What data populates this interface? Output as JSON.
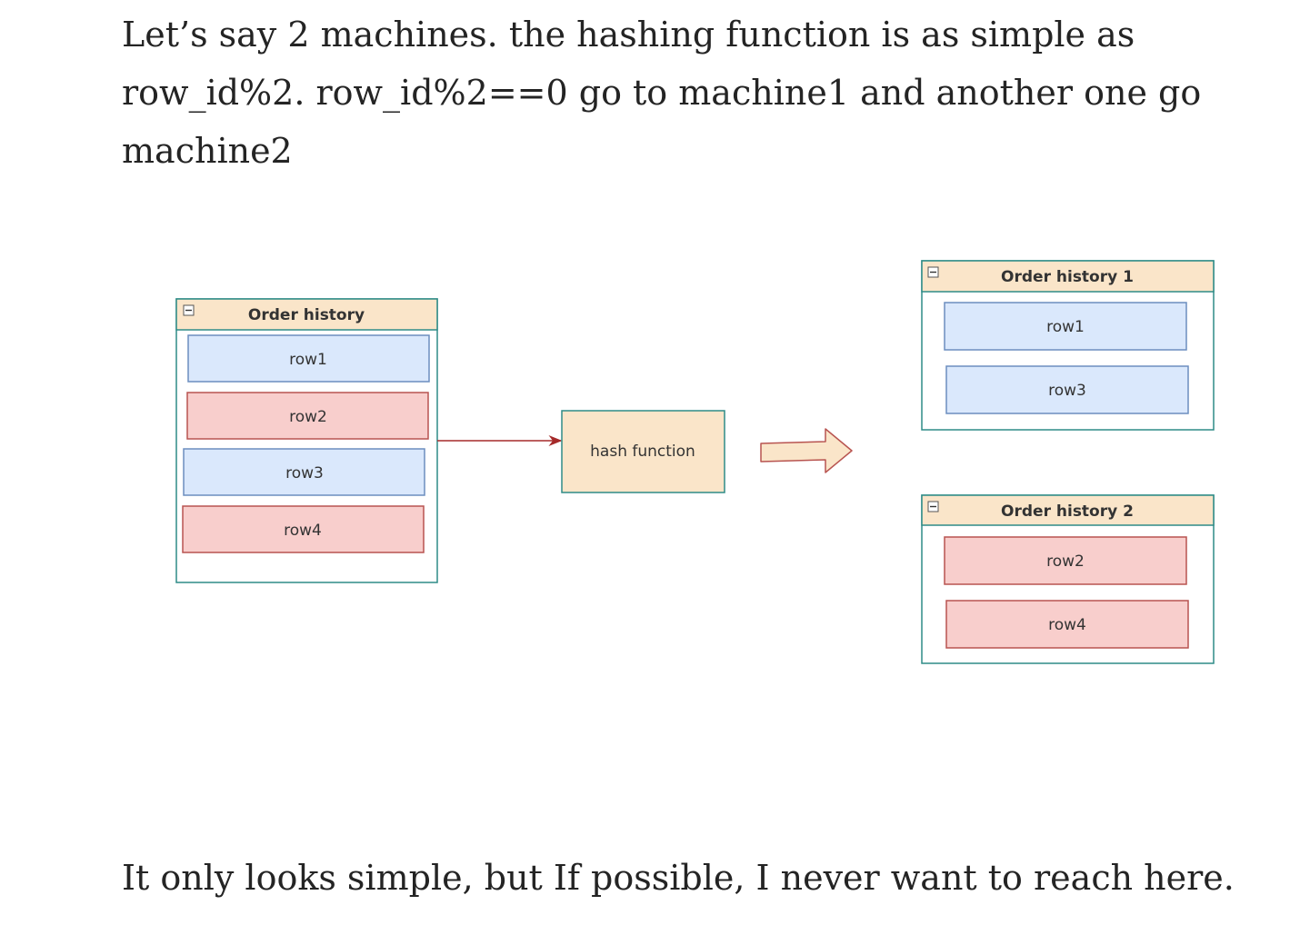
{
  "article": {
    "paragraph_1": "Let’s say 2 machines. the hashing function is as simple as row_id%2. row_id%2==0 go to machine1 and another one go machine2",
    "paragraph_2": "It only looks simple, but If possible, I never want to reach here."
  },
  "diagram": {
    "source_table": {
      "title": "Order history",
      "rows": [
        "row1",
        "row2",
        "row3",
        "row4"
      ]
    },
    "hash_box": {
      "label": "hash function"
    },
    "machine_1_table": {
      "title": "Order history 1",
      "rows": [
        "row1",
        "row3"
      ]
    },
    "machine_2_table": {
      "title": "Order history 2",
      "rows": [
        "row2",
        "row4"
      ]
    },
    "colors": {
      "header_fill": "#fae5c9",
      "table_border": "#2e8b87",
      "blue_fill": "#dae8fc",
      "blue_border": "#6c8ebf",
      "red_fill": "#f8cecc",
      "red_border": "#b85450",
      "arrow_line": "#a52a2a"
    }
  }
}
